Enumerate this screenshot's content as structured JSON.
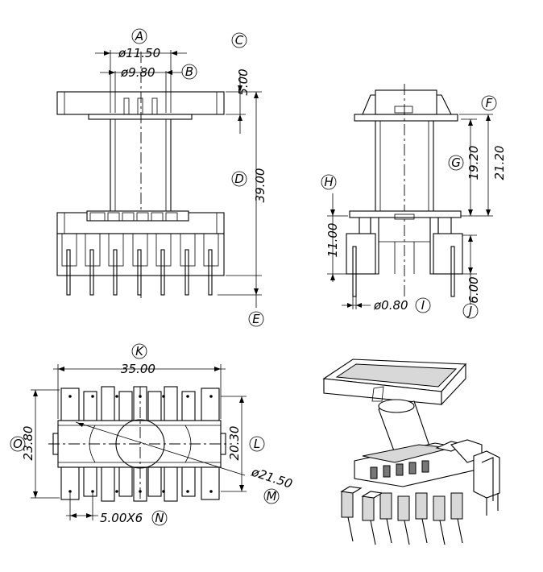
{
  "labels": {
    "A": "A",
    "B": "B",
    "C": "C",
    "D": "D",
    "E": "E",
    "F": "F",
    "G": "G",
    "H": "H",
    "I": "I",
    "J": "J",
    "K": "K",
    "L": "L",
    "M": "M",
    "N": "N",
    "O": "O"
  },
  "dims": {
    "d_11_50": "ø11.50",
    "d_9_80": "ø9.80",
    "h_5_00": "5.00",
    "h_39_00": "39.00",
    "h_19_20": "19.20",
    "h_21_20": "21.20",
    "h_11_00": "11.00",
    "d_0_80": "ø0.80",
    "h_6_00": "6.00",
    "w_35_00": "35.00",
    "h_23_80": "23.80",
    "w_20_30": "20.30",
    "d_21_50": "ø21.50",
    "pitch": "5.00X6"
  }
}
